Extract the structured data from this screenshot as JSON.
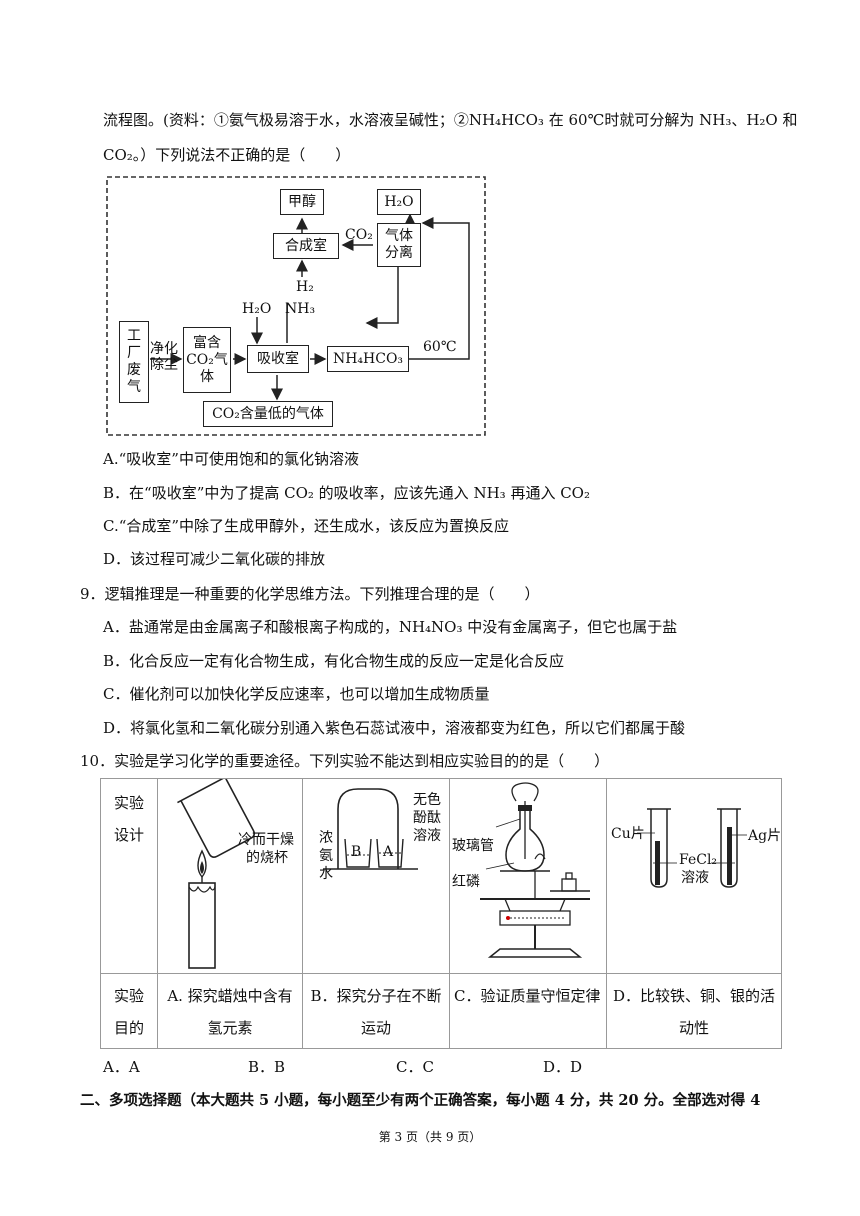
{
  "intro_line1": "流程图。(资料：①氨气极易溶于水，水溶液呈碱性；②NH₄HCO₃ 在 60℃时就可分解为 NH₃、H₂O 和",
  "intro_line2": "CO₂。）下列说法不正确的是（　　）",
  "flow": {
    "methanol": "甲醇",
    "synthesis": "合成室",
    "water": "H₂O",
    "gas_sep": "气体分离",
    "co2_label": "CO₂",
    "h2_label": "H₂",
    "h2o_in": "H₂O",
    "nh3_in": "NH₃",
    "factory": "工厂废气",
    "purify": "净化除尘",
    "rich": "富含CO₂气体",
    "absorb": "吸收室",
    "nh4hco3": "NH₄HCO₃",
    "temp": "60℃",
    "low": "CO₂含量低的气体"
  },
  "q8_options": [
    "A.“吸收室”中可使用饱和的氯化钠溶液",
    "B．在“吸收室”中为了提高 CO₂ 的吸收率，应该先通入 NH₃ 再通入 CO₂",
    "C.“合成室”中除了生成甲醇外，还生成水，该反应为置换反应",
    "D．该过程可减少二氧化碳的排放"
  ],
  "q9_stem": "9．逻辑推理是一种重要的化学思维方法。下列推理合理的是（　　）",
  "q9_options": [
    "A．盐通常是由金属离子和酸根离子构成的，NH₄NO₃ 中没有金属离子，但它也属于盐",
    "B．化合反应一定有化合物生成，有化合物生成的反应一定是化合反应",
    "C．催化剂可以加快化学反应速率，也可以增加生成物质量",
    "D．将氯化氢和二氧化碳分别通入紫色石蕊试液中，溶液都变为红色，所以它们都属于酸"
  ],
  "q10_stem": "10．实验是学习化学的重要途径。下列实验不能达到相应实验目的的是（　　）",
  "table": {
    "design_label": "实验设计",
    "purpose_label": "实验目的",
    "fig_a_text": [
      "冷而干燥",
      "的烧杯"
    ],
    "fig_b_left": [
      "浓",
      "氨",
      "水"
    ],
    "fig_b_right": [
      "无色",
      "酚酞",
      "溶液"
    ],
    "fig_b_beaker_b": "B",
    "fig_b_beaker_a": "A",
    "fig_c_tube": "玻璃管",
    "fig_c_p": "红磷",
    "fig_d_cu": "Cu片",
    "fig_d_fecl2": "FeCl₂",
    "fig_d_sol": "溶液",
    "fig_d_ag": "Ag片",
    "purposes": [
      "A. 探究蜡烛中含有氢元素",
      "B．探究分子在不断运动",
      "C．验证质量守恒定律",
      "D．比较铁、铜、银的活动性"
    ]
  },
  "q10_choices": [
    "A．A",
    "B．B",
    "C．C",
    "D．D"
  ],
  "section2": "二、多项选择题（本大题共 5 小题，每小题至少有两个正确答案，每小题 4 分，共 20 分。全部选对得 4",
  "footer": "第 3 页（共 9 页）"
}
